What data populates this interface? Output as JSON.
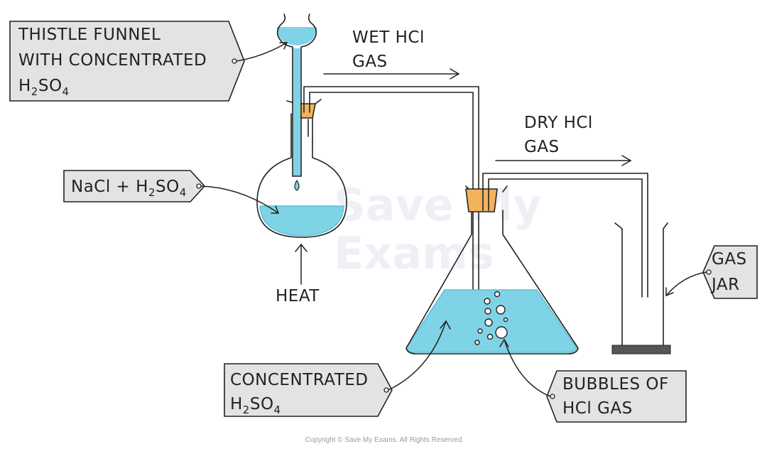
{
  "labels": {
    "funnel_line1": "THISTLE FUNNEL",
    "funnel_line2": "WITH CONCENTRATED",
    "funnel_formula": {
      "h": "H",
      "sub1": "2",
      "so": "SO",
      "sub2": "4"
    },
    "reactants": {
      "prefix": "NaCl + H",
      "sub1": "2",
      "so": "SO",
      "sub2": "4"
    },
    "wet_gas_line1": "WET HCl",
    "wet_gas_line2": "GAS",
    "dry_gas_line1": "DRY HCl",
    "dry_gas_line2": "GAS",
    "heat": "HEAT",
    "drying_agent_line1": "CONCENTRATED",
    "drying_agent_formula": {
      "h": "H",
      "sub1": "2",
      "so": "SO",
      "sub2": "4"
    },
    "gas_jar_line1": "GAS",
    "gas_jar_line2": "JAR",
    "bubbles_line1": "BUBBLES OF",
    "bubbles_line2": "HCl GAS"
  },
  "watermark": {
    "line1": "Save My",
    "line2": "Exams"
  },
  "copyright": "Copyright © Save My Exams. All Rights Reserved",
  "colors": {
    "liquid": "#7fd3e6",
    "liquid_edge": "#5bbfd6",
    "stopper": "#f2b35c",
    "label_fill": "#e3e3e3",
    "jar_base": "#555555"
  }
}
